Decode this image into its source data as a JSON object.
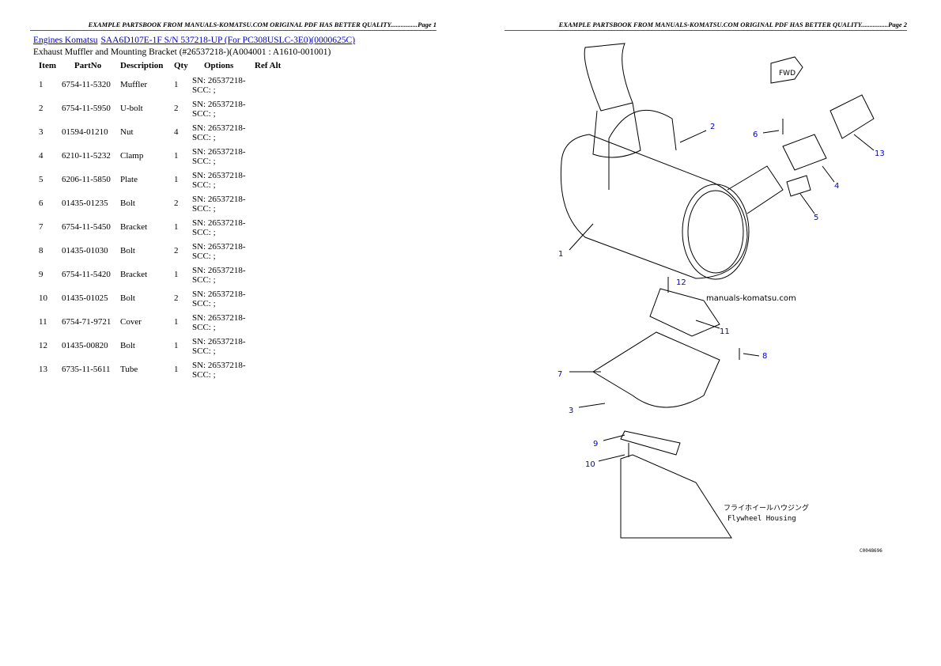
{
  "header": {
    "page1": "EXAMPLE PARTSBOOK FROM MANUALS-KOMATSU.COM ORIGINAL PDF HAS BETTER QUALITY................Page 1",
    "page2": "EXAMPLE PARTSBOOK FROM MANUALS-KOMATSU.COM ORIGINAL PDF HAS BETTER QUALITY................Page 2"
  },
  "breadcrumb": {
    "link1": "Engines Komatsu",
    "link2": "SAA6D107E-1F S/N 537218-UP (For PC308USLC-3E0)(0000625C)"
  },
  "title": "Exhaust Muffler and Mounting Bracket (#26537218-)(A004001 : A1610-001001)",
  "columns": [
    "Item",
    "PartNo",
    "Description",
    "Qty",
    "Options",
    "Ref Alt"
  ],
  "rows": [
    {
      "item": "1",
      "part": "6754-11-5320",
      "desc": "Muffler",
      "qty": "1",
      "opt1": "SN: 26537218-",
      "opt2": "SCC: ;"
    },
    {
      "item": "2",
      "part": "6754-11-5950",
      "desc": "U-bolt",
      "qty": "2",
      "opt1": "SN: 26537218-",
      "opt2": "SCC: ;"
    },
    {
      "item": "3",
      "part": "01594-01210",
      "desc": "Nut",
      "qty": "4",
      "opt1": "SN: 26537218-",
      "opt2": "SCC: ;"
    },
    {
      "item": "4",
      "part": "6210-11-5232",
      "desc": "Clamp",
      "qty": "1",
      "opt1": "SN: 26537218-",
      "opt2": "SCC: ;"
    },
    {
      "item": "5",
      "part": "6206-11-5850",
      "desc": "Plate",
      "qty": "1",
      "opt1": "SN: 26537218-",
      "opt2": "SCC: ;"
    },
    {
      "item": "6",
      "part": "01435-01235",
      "desc": "Bolt",
      "qty": "2",
      "opt1": "SN: 26537218-",
      "opt2": "SCC: ;"
    },
    {
      "item": "7",
      "part": "6754-11-5450",
      "desc": "Bracket",
      "qty": "1",
      "opt1": "SN: 26537218-",
      "opt2": "SCC: ;"
    },
    {
      "item": "8",
      "part": "01435-01030",
      "desc": "Bolt",
      "qty": "2",
      "opt1": "SN: 26537218-",
      "opt2": "SCC: ;"
    },
    {
      "item": "9",
      "part": "6754-11-5420",
      "desc": "Bracket",
      "qty": "1",
      "opt1": "SN: 26537218-",
      "opt2": "SCC: ;"
    },
    {
      "item": "10",
      "part": "01435-01025",
      "desc": "Bolt",
      "qty": "2",
      "opt1": "SN: 26537218-",
      "opt2": "SCC: ;"
    },
    {
      "item": "11",
      "part": "6754-71-9721",
      "desc": "Cover",
      "qty": "1",
      "opt1": "SN: 26537218-",
      "opt2": "SCC: ;"
    },
    {
      "item": "12",
      "part": "01435-00820",
      "desc": "Bolt",
      "qty": "1",
      "opt1": "SN: 26537218-",
      "opt2": "SCC: ;"
    },
    {
      "item": "13",
      "part": "6735-11-5611",
      "desc": "Tube",
      "qty": "1",
      "opt1": "SN: 26537218-",
      "opt2": "SCC: ;"
    }
  ],
  "diagram": {
    "fwd": "FWD",
    "watermark": "manuals-komatsu.com",
    "jp": "フライホイールハウジング",
    "en": "Flywheel Housing",
    "code": "C0048696",
    "callouts": [
      "1",
      "2",
      "3",
      "4",
      "5",
      "6",
      "7",
      "8",
      "9",
      "10",
      "11",
      "12",
      "13"
    ]
  }
}
